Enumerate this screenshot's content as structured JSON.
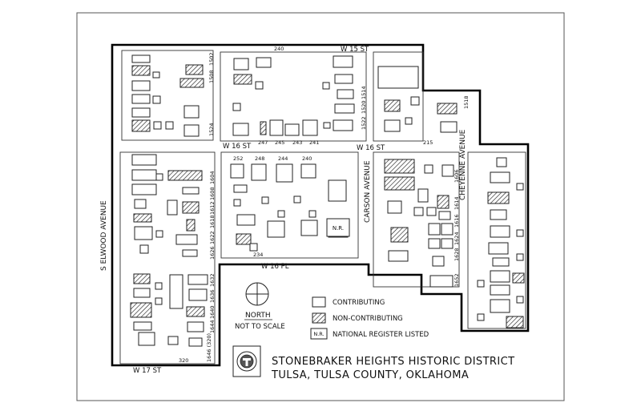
{
  "map": {
    "streets": {
      "w15": "W 15 ST",
      "w16_left": "W 16 ST",
      "w16_right": "W 16 ST",
      "w16pl": "W 16 PL",
      "w17": "W 17 ST",
      "elwood": "S ELWOOD AVENUE",
      "carson": "CARSON AVENUE",
      "cheyenne": "CHEYENNE AVENUE"
    },
    "addresses": {
      "a240_top": "240",
      "a247": "247",
      "a245": "245",
      "a243": "243",
      "a241": "241",
      "a215": "215",
      "a252": "252",
      "a248": "248",
      "a244": "244",
      "a240_mid": "240",
      "a234": "234",
      "a320": "320",
      "a1502": "1502",
      "a1508": "1508",
      "a1514": "1514",
      "a1520": "1520",
      "a1522": "1522",
      "a1524": "1524",
      "a1604": "1604",
      "a1608": "1608",
      "a1612": "1612",
      "a1618": "1618",
      "a1622": "1622",
      "a1626": "1626",
      "a1632": "1632",
      "a1636": "1636",
      "a1640": "1640",
      "a1644": "1644",
      "a1646": "1646 (320)",
      "a1606": "1606",
      "a1614": "1614",
      "a1616": "1616",
      "a1624": "1624",
      "a1628": "1628",
      "a1652": "1652",
      "a1518": "1518"
    },
    "nr_marker": "N.R."
  },
  "legend": {
    "north": "NORTH",
    "scale": "NOT TO SCALE",
    "contributing": "CONTRIBUTING",
    "non_contributing": "NON-CONTRIBUTING",
    "nr_swatch": "N.R.",
    "nr_listed": "NATIONAL REGISTER LISTED"
  },
  "title": {
    "line1": "STONEBRAKER HEIGHTS HISTORIC DISTRICT",
    "line2": "TULSA, TULSA COUNTY, OKLAHOMA"
  },
  "colors": {
    "boundary": "#000000",
    "hatch": "#222222",
    "frame": "#555555"
  }
}
